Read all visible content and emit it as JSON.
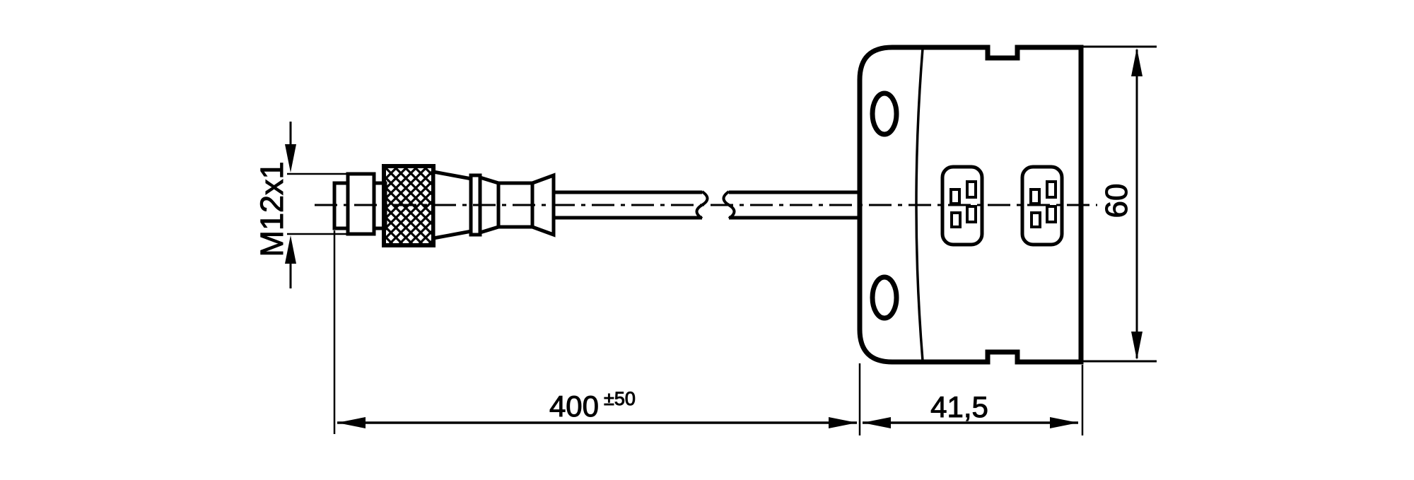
{
  "drawing": {
    "type": "engineering-dimension-drawing",
    "background_color": "#ffffff",
    "line_color": "#000000",
    "labels": {
      "thread_size": "M12x1",
      "cable_length": "400",
      "cable_length_tolerance": "±50",
      "housing_width": "41,5",
      "housing_height": "60"
    }
  }
}
